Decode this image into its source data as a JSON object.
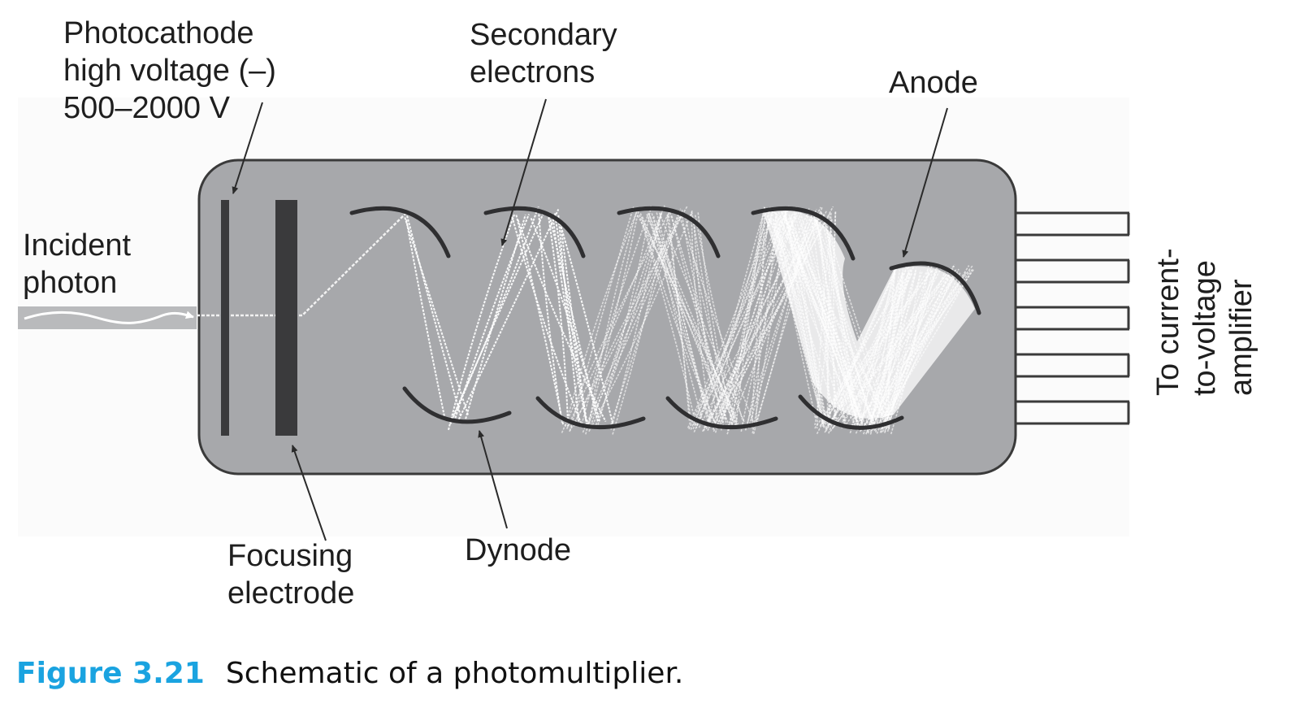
{
  "figure": {
    "number": "Figure 3.21",
    "caption": "Schematic of a photomultiplier.",
    "accent_color": "#1aa3e0"
  },
  "labels": {
    "photocathode": [
      "Photocathode",
      "high voltage (–)",
      "500–2000 V"
    ],
    "secondary_electrons": [
      "Secondary",
      "electrons"
    ],
    "anode": [
      "Anode"
    ],
    "incident_photon": [
      "Incident",
      "photon"
    ],
    "focusing_electrode": [
      "Focusing",
      "electrode"
    ],
    "dynode": [
      "Dynode"
    ],
    "output": [
      "To current-",
      "to-voltage",
      "amplifier"
    ]
  },
  "components": {
    "dynode_count": 8,
    "output_pin_count": 5
  },
  "colors": {
    "tube_fill": "#a7a8ab",
    "electrode": "#3a3a3c",
    "background_panel": "#fbfbfb",
    "electron_path": "#ffffff"
  }
}
